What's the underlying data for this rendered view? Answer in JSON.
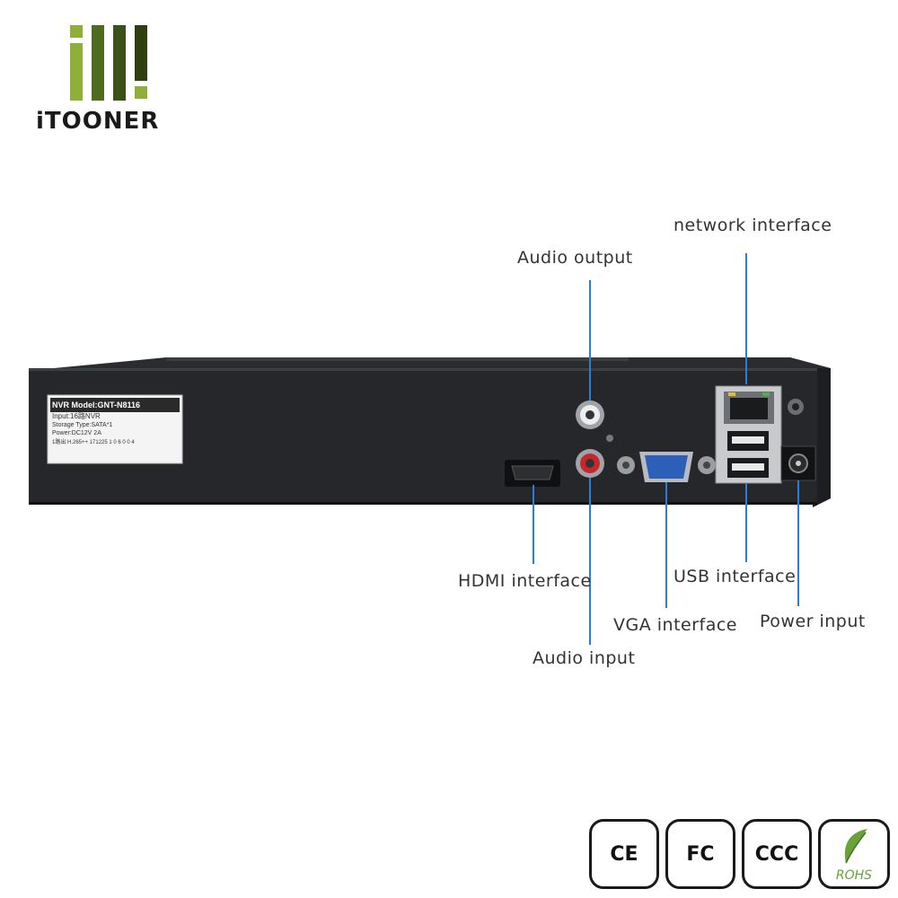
{
  "brand": {
    "name": "iTOONER",
    "colors": {
      "bar1": "#8fae3a",
      "bar2": "#4e6b1f",
      "bar3": "#2f3f10",
      "dot": "#8fae3a"
    }
  },
  "device": {
    "label_lines": [
      "NVR Model:GNT-N8116",
      "Input:16路NVR",
      "Storage Type:SATA*1",
      "Power:DC12V 2A",
      "1路出 H.265++ 171225  1 0 6 0 0 4"
    ]
  },
  "callouts": {
    "network": "network interface",
    "audio_output": "Audio output",
    "hdmi": "HDMI interface",
    "audio_input": "Audio input",
    "vga": "VGA interface",
    "usb": "USB interface",
    "power": "Power input"
  },
  "certifications": {
    "ce": "CE",
    "fc": "FC",
    "ccc": "CCC",
    "rohs": "ROHS"
  },
  "colors": {
    "callout_line": "#2a7fd4",
    "rohs_green": "#6aa23a"
  }
}
